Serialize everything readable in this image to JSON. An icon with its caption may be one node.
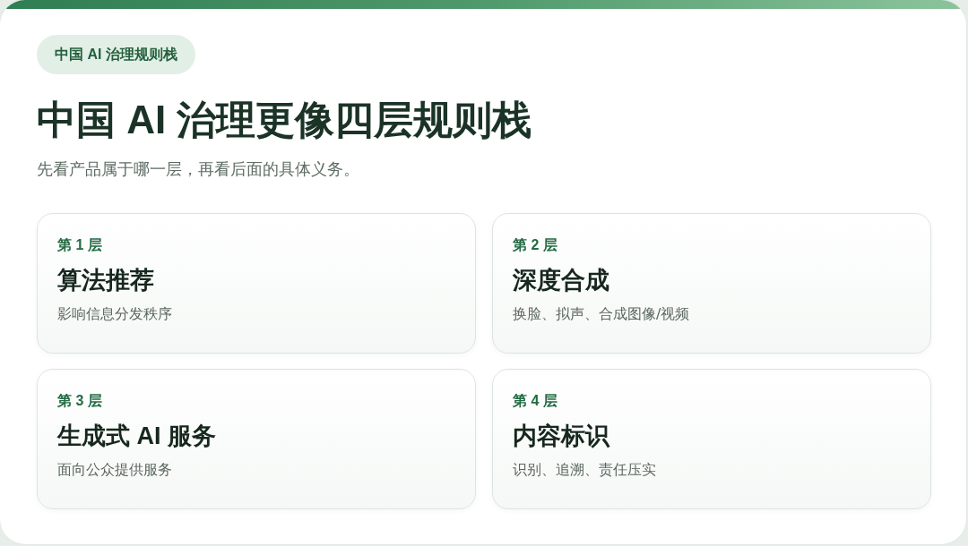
{
  "diagram": {
    "title": "中国 AI 治理更像四层规则栈",
    "nodes": [
      {
        "text": [
          "中国 AI 治理规则栈"
        ]
      },
      {
        "text": [
          "第 1 层",
          "算法推荐",
          "影响信息分发秩序"
        ]
      },
      {
        "text": [
          "第 2 层",
          "深度合成",
          "换脸、拟声、合成图像/视频"
        ]
      },
      {
        "text": [
          "第 3 层",
          "生成式 AI 服务",
          "面向公众提供服务"
        ]
      },
      {
        "text": [
          "第 4 层",
          "内容标识",
          "识别、追溯、责任压实"
        ]
      }
    ],
    "labels": [
      "先看产品属于哪一层，再看后面的具体义务。"
    ]
  }
}
